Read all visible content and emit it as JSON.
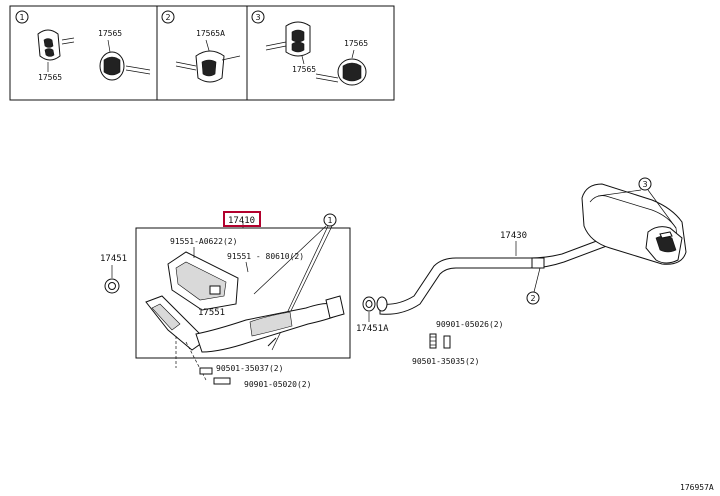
{
  "top_panels": [
    {
      "badge": "1",
      "labels": [
        "17565",
        "17565"
      ]
    },
    {
      "badge": "2",
      "labels": [
        "17565A"
      ]
    },
    {
      "badge": "3",
      "labels": [
        "17565",
        "17565"
      ]
    }
  ],
  "callouts": {
    "main_part": "17410",
    "gasket_left": "17451",
    "gasket_right": "17451A",
    "tail_pipe": "17430",
    "heat_insulator": "17551",
    "nut_a": "91551-A0622(2)",
    "bolt_b": "91551 - 80610(2)",
    "bolt_c": "90501-35037(2)",
    "stud_d": "90901-05020(2)",
    "spring_e": "90901-05026(2)",
    "bolt_f": "90501-35035(2)"
  },
  "badges": {
    "ref_1": "1",
    "ref_2": "2",
    "ref_3": "3"
  },
  "figure_code": "176957A",
  "colors": {
    "highlight_box": "#b2002d",
    "line": "#111111"
  }
}
